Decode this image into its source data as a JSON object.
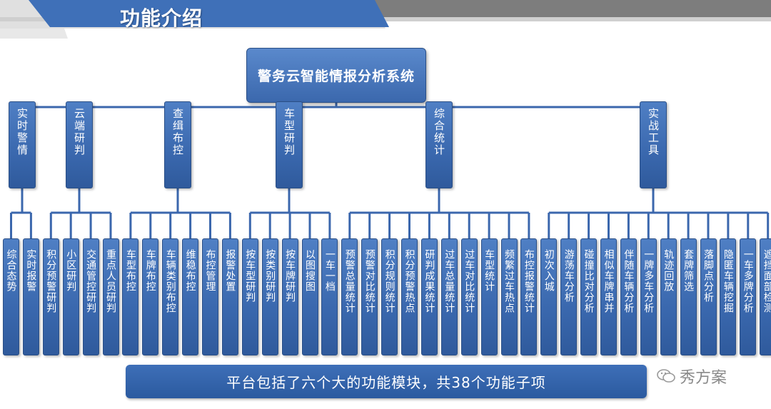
{
  "header": {
    "title": "功能介绍"
  },
  "root": "警务云智能情报分析系统",
  "groups": [
    {
      "label": "实时警情",
      "children": [
        "综合态势",
        "实时报警"
      ]
    },
    {
      "label": "云端研判",
      "children": [
        "积分预警研判",
        "小区研判",
        "交通管控研判",
        "重点人员研判"
      ]
    },
    {
      "label": "查缉布控",
      "children": [
        "车型布控",
        "车牌布控",
        "车辆类别布控",
        "维稳布控",
        "布控管理",
        "报警处置"
      ]
    },
    {
      "label": "车型研判",
      "children": [
        "按车型研判",
        "按类别研判",
        "按车牌研判",
        "以图搜图",
        "一车一档"
      ]
    },
    {
      "label": "综合统计",
      "children": [
        "预警总量统计",
        "预警对比统计",
        "积分规则统计",
        "积分预警热点",
        "研判成果统计",
        "过车总量统计",
        "过车对比统计",
        "车型统计",
        "频繁过车热点",
        "布控报警统计"
      ]
    },
    {
      "label": "实战工具",
      "children": [
        "初次入城",
        "游荡车分析",
        "碰撞比对分析",
        "相似车牌串并",
        "伴随车辆分析",
        "一牌多车分析",
        "轨迹回放",
        "套牌筛选",
        "落脚点分析",
        "隐匿车辆挖掘",
        "一车多牌分析",
        "遮挡面部检测"
      ]
    }
  ],
  "footer": {
    "text": "平台包括了六个大的功能模块，共38个功能子项"
  },
  "brand": {
    "text": "秀方案",
    "icon": "wechat-icon"
  },
  "colors": {
    "box": "#3a68ae",
    "wire": "#3b67ad",
    "topbar": "#3f70b8"
  }
}
